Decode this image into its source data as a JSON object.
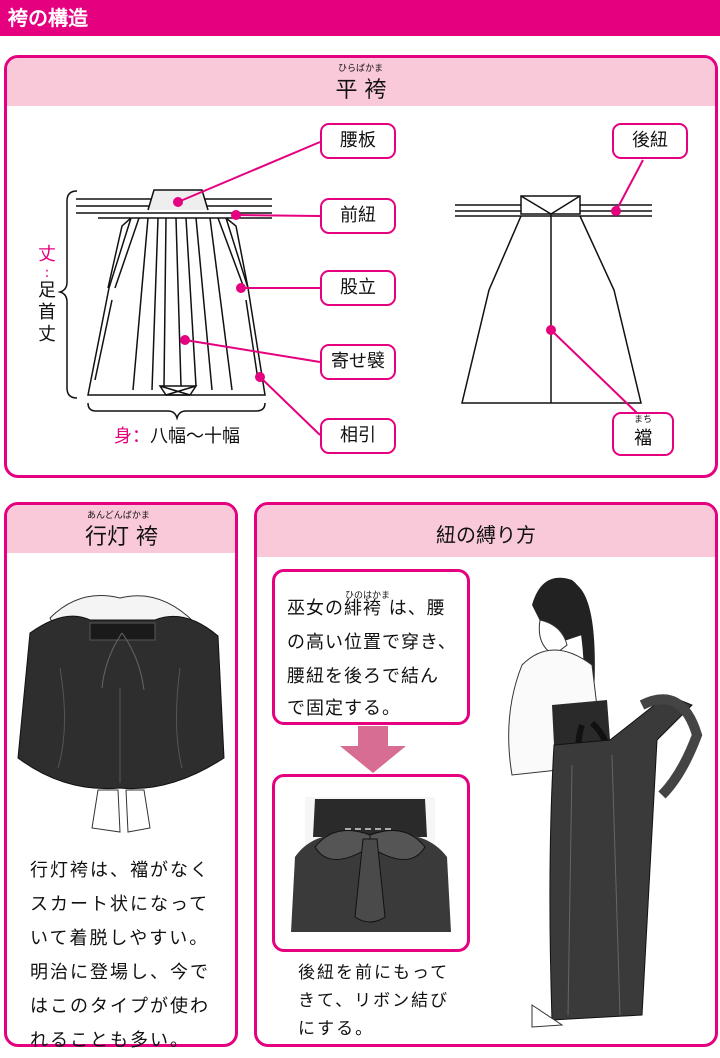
{
  "header": {
    "title": "袴の構造"
  },
  "hira": {
    "title": "平 袴",
    "ruby": "ひらばかま",
    "labels": {
      "koshiita": "腰板",
      "maehimo": "前紐",
      "momodachi": "股立",
      "yosehida": "寄せ襞",
      "aibiki": "相引",
      "ushirohimo": "後紐",
      "machi": "襠"
    },
    "machi_ruby": "まち",
    "dimension_length": {
      "label": "丈",
      "colon": "：",
      "value": "足首丈"
    },
    "dimension_width": {
      "label": "身",
      "colon": "：",
      "value": "八幅〜十幅"
    }
  },
  "andon": {
    "title": "行灯 袴",
    "ruby": "あんどんばかま",
    "lines": [
      "行灯袴は、襠がなく",
      "スカート状になって",
      "いて着脱しやすい。",
      "明治に登場し、今で",
      "はこのタイプが使わ",
      "れることも多い。"
    ]
  },
  "himo": {
    "title": "紐の縛り方",
    "box_ruby": "ひのはかま",
    "box_lines": [
      "巫女の緋袴 は、腰",
      "の高い位置で穿き、",
      "腰紐を後ろで結ん",
      "で固定する。"
    ],
    "caption_lines": [
      "後紐を前にもって",
      "きて、リボン結び",
      "にする。"
    ]
  },
  "colors": {
    "accent": "#e4007f",
    "band": "#f9c9da"
  }
}
